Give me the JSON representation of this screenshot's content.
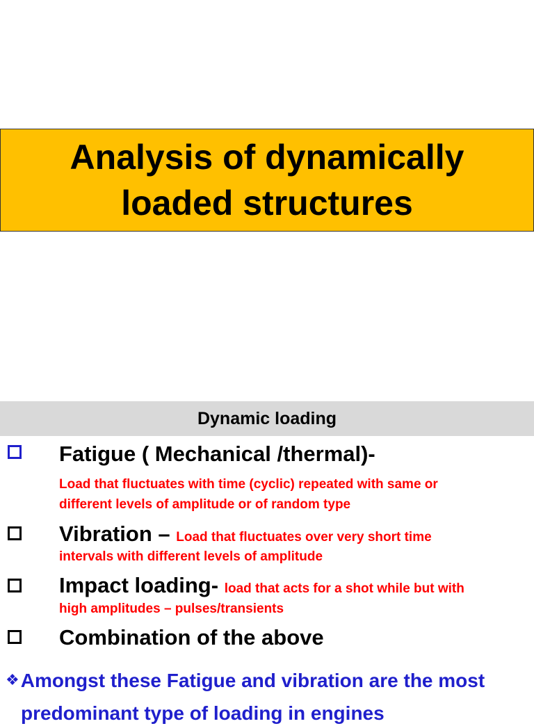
{
  "title": {
    "line1": "Analysis of dynamically",
    "line2": "loaded structures"
  },
  "section": {
    "title": "Dynamic loading"
  },
  "items": [
    {
      "heading": "Fatigue  ( Mechanical /thermal)-",
      "inline_desc": "",
      "desc_lines": [
        "Load that fluctuates with time (cyclic) repeated with same or",
        "different levels of amplitude or of random type"
      ]
    },
    {
      "heading": "Vibration – ",
      "inline_desc": "Load that fluctuates over very short time",
      "desc_lines": [
        "intervals with different levels of amplitude"
      ]
    },
    {
      "heading": "Impact loading- ",
      "inline_desc": "load that acts for a shot while but with",
      "desc_lines": [
        "high amplitudes – pulses/transients"
      ]
    },
    {
      "heading": "Combination of the above",
      "inline_desc": "",
      "desc_lines": []
    }
  ],
  "conclusion": {
    "bullet_icon": "diamond-bullet-icon",
    "line1": "Amongst these Fatigue and vibration are the most",
    "line2": "predominant type of loading in engines"
  },
  "colors": {
    "title_background": "#ffc000",
    "section_background": "#d9d9d9",
    "description_text": "#ff0000",
    "conclusion_text": "#1f1fcc"
  }
}
